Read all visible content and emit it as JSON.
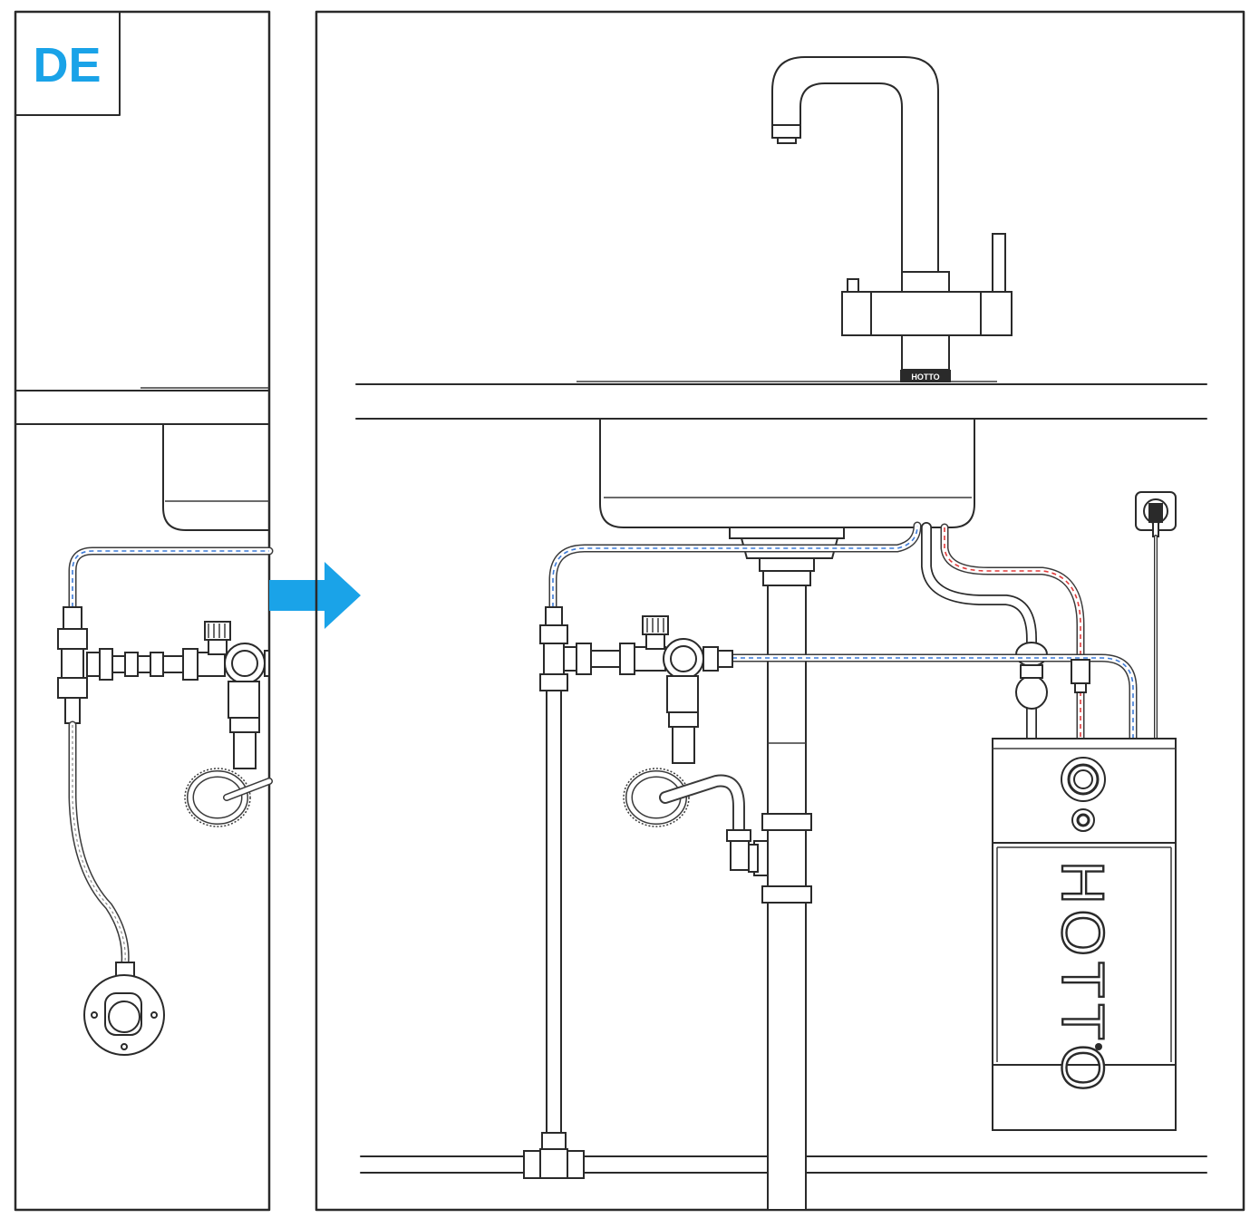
{
  "language_badge": {
    "label": "DE"
  },
  "faucet": {
    "base_label": "HOTTO"
  },
  "boiler": {
    "brand_label": "HOTTO"
  },
  "colors": {
    "arrow": "#1aa3e8",
    "badge_text": "#1aa3e8",
    "cold_hose": "#3d7bd9",
    "hot_hose": "#e23b3b",
    "line": "#2a2a2a"
  },
  "icons": [
    "right-arrow-icon",
    "power-socket-icon",
    "power-button-icon",
    "indicator-knob-icon"
  ]
}
